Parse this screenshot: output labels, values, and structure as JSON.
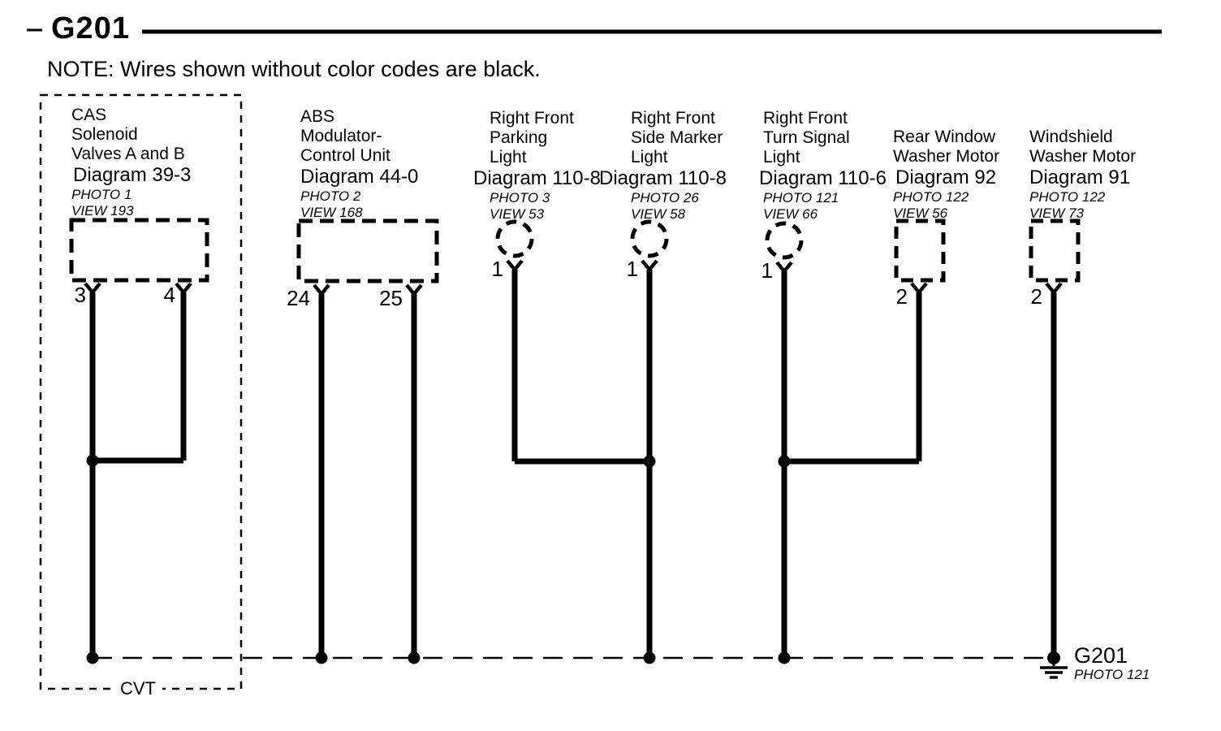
{
  "header": {
    "title": "G201"
  },
  "note": "NOTE: Wires shown without color codes are black.",
  "enclosure": {
    "label": "CVT"
  },
  "ground": {
    "label": "G201",
    "photo": "PHOTO 121"
  },
  "components": [
    {
      "name_lines": [
        "CAS",
        "Solenoid",
        "Valves A and B"
      ],
      "diagram": "Diagram 39-3",
      "photo": "PHOTO 1",
      "view": "VIEW 193",
      "pins": [
        "3",
        "4"
      ]
    },
    {
      "name_lines": [
        "ABS",
        "Modulator-",
        "Control Unit"
      ],
      "diagram": "Diagram 44-0",
      "photo": "PHOTO 2",
      "view": "VIEW 168",
      "pins": [
        "24",
        "25"
      ]
    },
    {
      "name_lines": [
        "Right Front",
        "Parking",
        "Light"
      ],
      "diagram": "Diagram 110-8",
      "photo": "PHOTO 3",
      "view": "VIEW 53",
      "pins": [
        "1"
      ]
    },
    {
      "name_lines": [
        "Right Front",
        "Side Marker",
        "Light"
      ],
      "diagram": "Diagram 110-8",
      "photo": "PHOTO 26",
      "view": "VIEW 58",
      "pins": [
        "1"
      ]
    },
    {
      "name_lines": [
        "Right Front",
        "Turn Signal",
        "Light"
      ],
      "diagram": "Diagram 110-6",
      "photo": "PHOTO 121",
      "view": "VIEW 66",
      "pins": [
        "1"
      ]
    },
    {
      "name_lines": [
        "Rear Window",
        "Washer Motor"
      ],
      "diagram": "Diagram 92",
      "photo": "PHOTO 122",
      "view": "VIEW 56",
      "pins": [
        "2"
      ]
    },
    {
      "name_lines": [
        "Windshield",
        "Washer Motor"
      ],
      "diagram": "Diagram 91",
      "photo": "PHOTO 122",
      "view": "VIEW 73",
      "pins": [
        "2"
      ]
    }
  ]
}
